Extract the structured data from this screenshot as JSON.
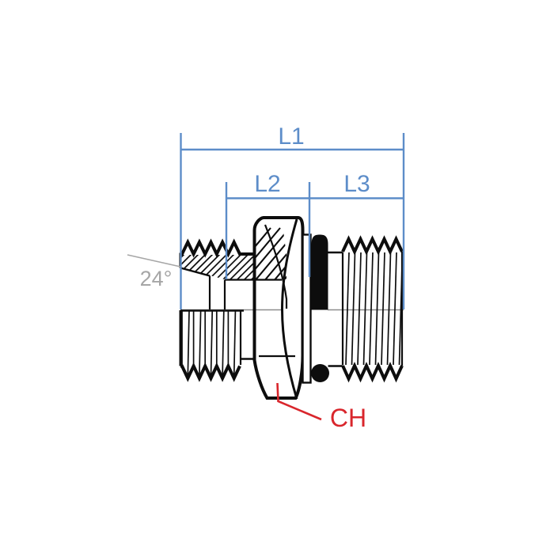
{
  "diagram": {
    "description": "Technical line drawing of a straight hydraulic adapter fitting (male thread both ends, hex nut, o-ring) with dimension callouts",
    "dimensions": {
      "l1": {
        "label": "L1"
      },
      "l2": {
        "label": "L2"
      },
      "l3": {
        "label": "L3"
      }
    },
    "annotations": {
      "cone_angle": {
        "label": "24°"
      },
      "wrench_size": {
        "label": "CH"
      }
    },
    "colors": {
      "dimension_blue": "#5d8dc9",
      "annotation_gray": "#a6a6a6",
      "annotation_red": "#d9262c",
      "drawing_black": "#0d0d0d",
      "centerline_gray": "#8c8c8c",
      "background": "#ffffff"
    }
  }
}
